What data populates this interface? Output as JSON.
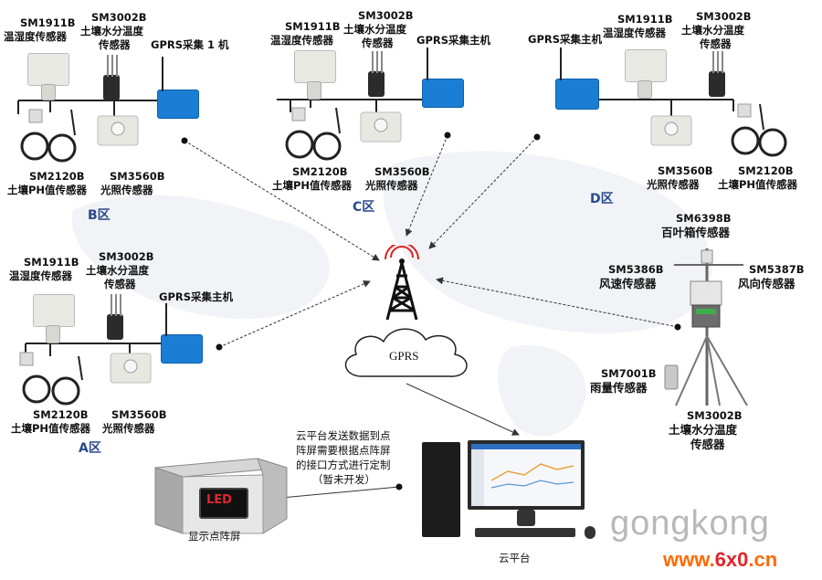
{
  "zones": {
    "b": {
      "name": "B区",
      "gprs": "GPRS采集 1 机",
      "th_model": "SM1911B",
      "th_name": "温湿度传感器",
      "soil_model": "SM3002B",
      "soil_name1": "土壤水分温度",
      "soil_name2": "传感器",
      "ph_model": "SM2120B",
      "ph_name": "土壤PH值传感器",
      "light_model": "SM3560B",
      "light_name": "光照传感器"
    },
    "c": {
      "name": "C区",
      "gprs": "GPRS采集主机",
      "th_model": "SM1911B",
      "th_name": "温湿度传感器",
      "soil_model": "SM3002B",
      "soil_name1": "土壤水分温度",
      "soil_name2": "传感器",
      "ph_model": "SM2120B",
      "ph_name": "土壤PH值传感器",
      "light_model": "SM3560B",
      "light_name": "光照传感器"
    },
    "d": {
      "name": "D区",
      "gprs": "GPRS采集主机",
      "th_model": "SM1911B",
      "th_name": "温湿度传感器",
      "soil_model": "SM3002B",
      "soil_name1": "土壤水分温度",
      "soil_name2": "传感器",
      "ph_model": "SM2120B",
      "ph_name": "土壤PH值传感器",
      "light_model": "SM3560B",
      "light_name": "光照传感器"
    },
    "a": {
      "name": "A区",
      "gprs": "GPRS采集主机",
      "th_model": "SM1911B",
      "th_name": "温湿度传感器",
      "soil_model": "SM3002B",
      "soil_name1": "土壤水分温度",
      "soil_name2": "传感器",
      "ph_model": "SM2120B",
      "ph_name": "土壤PH值传感器",
      "light_model": "SM3560B",
      "light_name": "光照传感器"
    }
  },
  "weather": {
    "louver_model": "SM6398B",
    "louver_name": "百叶箱传感器",
    "speed_model": "SM5386B",
    "speed_name": "风速传感器",
    "dir_model": "SM5387B",
    "dir_name": "风向传感器",
    "rain_model": "SM7001B",
    "rain_name": "雨量传感器",
    "soil_model": "SM3002B",
    "soil_name1": "土壤水分温度",
    "soil_name2": "传感器"
  },
  "network": {
    "cloud_label": "GPRS"
  },
  "platform": {
    "note_lines": [
      "云平台发送数据到点",
      "阵屏需要根据点阵屏",
      "的接口方式进行定制",
      "（暂未开发）"
    ],
    "label": "云平台"
  },
  "display": {
    "led_text": "LED",
    "label": "显示点阵屏"
  },
  "watermark": {
    "brand": "gongkong",
    "site_prefix": "www.",
    "site_mid": "6x0",
    "site_suffix": ".cn"
  },
  "colors": {
    "gprs_box": "#1a7fd4",
    "led_red": "#e0262b",
    "link": "#333333",
    "zone_label": "#2a4a8c",
    "watermark_orange": "#ff6a00"
  }
}
